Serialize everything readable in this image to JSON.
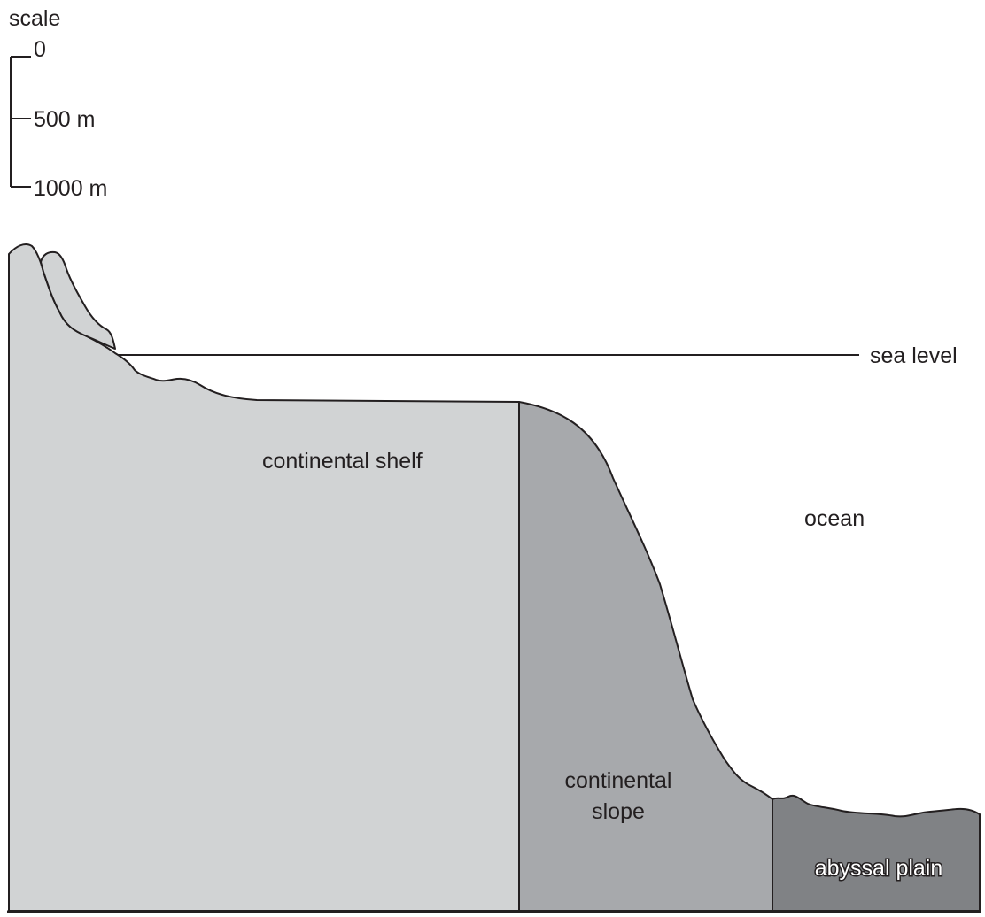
{
  "scale": {
    "title": "scale",
    "ticks": [
      "0",
      "500 m",
      "1000 m"
    ]
  },
  "labels": {
    "sea_level": "sea level",
    "continental_shelf": "continental shelf",
    "continental_slope_line1": "continental",
    "continental_slope_line2": "slope",
    "ocean": "ocean",
    "abyssal_plain": "abyssal plain"
  },
  "colors": {
    "shelf": "#d1d3d4",
    "slope": "#a7a9ac",
    "abyssal": "#808285",
    "outline": "#231f20",
    "background": "#ffffff"
  }
}
